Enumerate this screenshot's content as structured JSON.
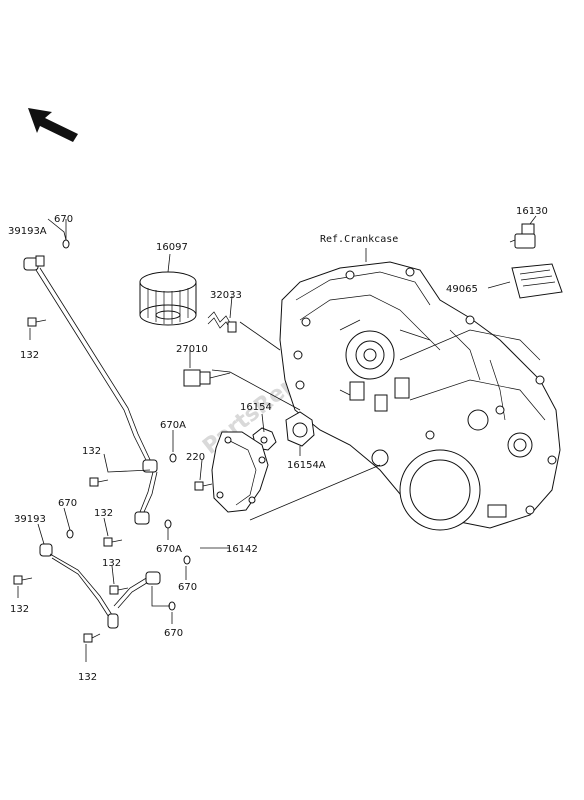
{
  "diagram": {
    "watermark": "PartsRepublik",
    "reference_label": "Ref.Crankcase",
    "labels": {
      "p39193A": "39193A",
      "p670_a": "670",
      "p132_a": "132",
      "p16097": "16097",
      "p32033": "32033",
      "p27010": "27010",
      "p16154": "16154",
      "p16154A": "16154A",
      "p670A_a": "670A",
      "p132_b": "132",
      "p220": "220",
      "p670_b": "670",
      "p39193": "39193",
      "p132_c": "132",
      "p670A_b": "670A",
      "p132_d": "132",
      "p16142": "16142",
      "p670_c": "670",
      "p132_e": "132",
      "p670_d": "670",
      "p132_f": "132",
      "p16130": "16130",
      "p49065": "49065"
    }
  }
}
